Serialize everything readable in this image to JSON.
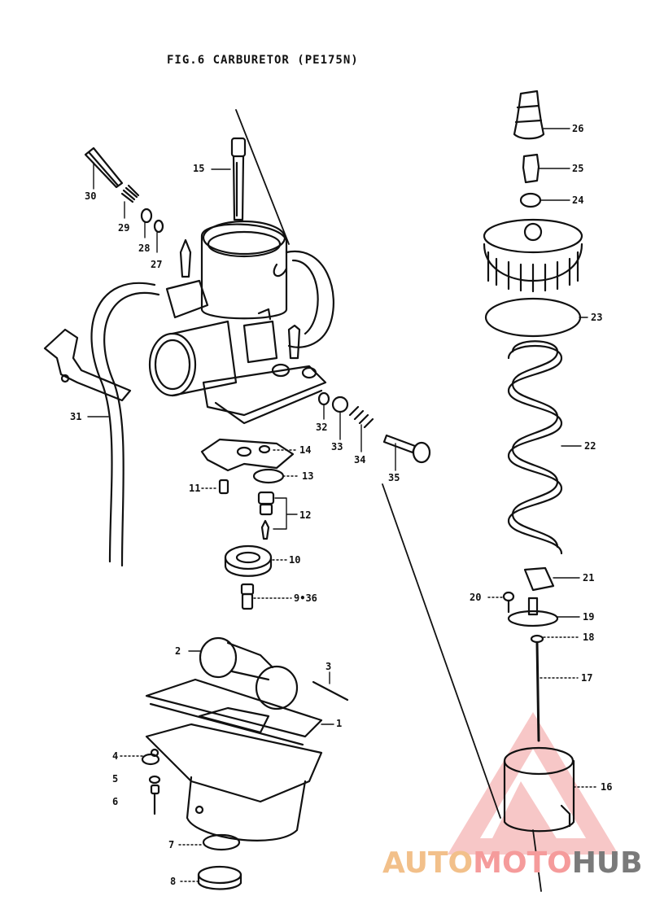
{
  "figure": {
    "title": "FIG.6  CARBURETOR  (PE175N)"
  },
  "callouts": {
    "p1": "1",
    "p2": "2",
    "p3": "3",
    "p4": "4",
    "p5": "5",
    "p6": "6",
    "p7": "7",
    "p8": "8",
    "p9": "9•36",
    "p10": "10",
    "p11": "11",
    "p12": "12",
    "p13": "13",
    "p14": "14",
    "p15": "15",
    "p16": "16",
    "p17": "17",
    "p18": "18",
    "p19": "19",
    "p20": "20",
    "p21": "21",
    "p22": "22",
    "p23": "23",
    "p24": "24",
    "p25": "25",
    "p26": "26",
    "p27": "27",
    "p28": "28",
    "p29": "29",
    "p30": "30",
    "p31": "31",
    "p32": "32",
    "p33": "33",
    "p34": "34",
    "p35": "35"
  },
  "watermark": {
    "part1": "AUTO",
    "part2": "MOTO",
    "part3": "HUB"
  },
  "colors": {
    "ink": "#111111",
    "watermark_red": "#f08c8c",
    "watermark_orange": "#f2c08a",
    "watermark_gray": "#7a7a7a"
  }
}
